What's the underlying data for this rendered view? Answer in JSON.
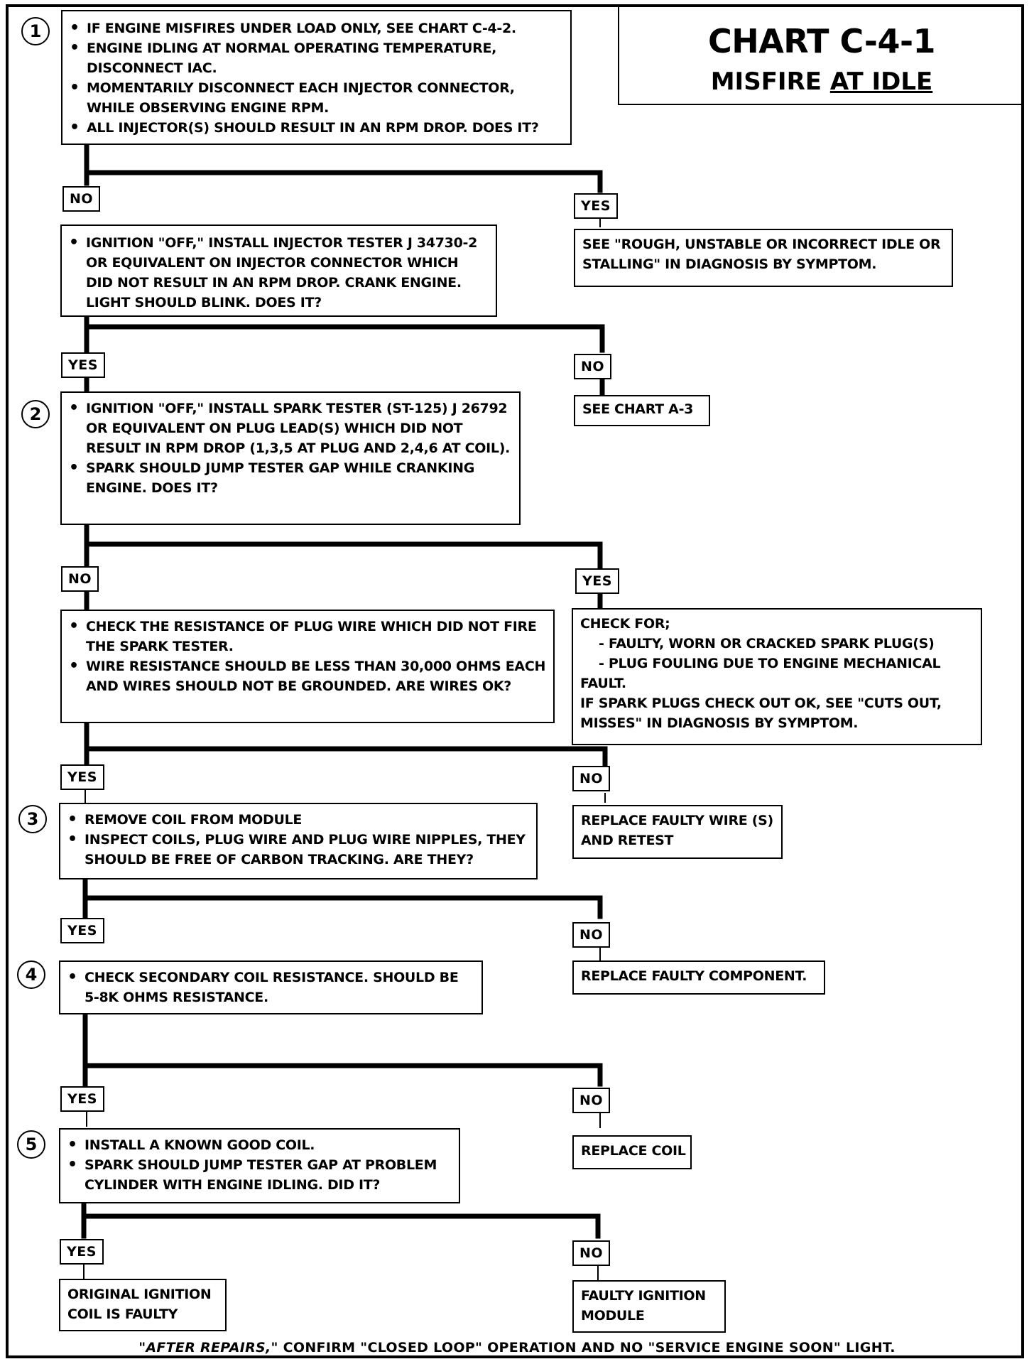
{
  "chart": {
    "title": "CHART C-4-1",
    "subtitle_plain": "MISFIRE ",
    "subtitle_underlined": "AT IDLE"
  },
  "steps": [
    "1",
    "2",
    "3",
    "4",
    "5"
  ],
  "boxes": {
    "step1": [
      "IF ENGINE MISFIRES UNDER LOAD ONLY, SEE CHART C-4-2.",
      "ENGINE IDLING AT NORMAL OPERATING TEMPERATURE, DISCONNECT IAC.",
      "MOMENTARILY DISCONNECT EACH INJECTOR CONNECTOR, WHILE OBSERVING ENGINE RPM.",
      "ALL INJECTOR(S) SHOULD RESULT IN AN RPM DROP.  DOES IT?"
    ],
    "injector_tester": [
      "IGNITION \"OFF,\" INSTALL INJECTOR TESTER J 34730-2 OR EQUIVALENT ON INJECTOR CONNECTOR WHICH DID NOT RESULT IN AN  RPM DROP.  CRANK ENGINE.  LIGHT SHOULD BLINK.  DOES IT?"
    ],
    "rough_idle": [
      "SEE  \"ROUGH, UNSTABLE OR INCORRECT IDLE OR",
      "STALLING\" IN  DIAGNOSIS BY SYMPTOM."
    ],
    "chart_a3": [
      "SEE CHART A-3"
    ],
    "step2": [
      "IGNITION \"OFF,\" INSTALL SPARK TESTER  (ST-125) J 26792 OR EQUIVALENT ON PLUG LEAD(S) WHICH DID NOT RESULT IN RPM DROP (1,3,5 AT PLUG AND 2,4,6 AT COIL).",
      "SPARK SHOULD JUMP TESTER GAP WHILE CRANKING ENGINE.  DOES IT?"
    ],
    "plug_wire": [
      "CHECK THE RESISTANCE OF  PLUG WIRE  WHICH DID NOT FIRE THE SPARK TESTER.",
      "WIRE RESISTANCE SHOULD BE LESS THAN 30,000 OHMS EACH  AND WIRES  SHOULD NOT BE GROUNDED.  ARE WIRES OK?"
    ],
    "check_for": {
      "heading": "CHECK FOR;",
      "items": [
        "- FAULTY, WORN OR CRACKED SPARK PLUG(S)",
        "- PLUG FOULING DUE TO ENGINE MECHANICAL"
      ],
      "cont": "FAULT.",
      "tail": [
        "IF SPARK PLUGS CHECK OUT OK, SEE \"CUTS OUT,",
        "MISSES\" IN DIAGNOSIS BY SYMPTOM."
      ]
    },
    "replace_wire": [
      "REPLACE FAULTY WIRE (S)",
      "AND RETEST"
    ],
    "step3": [
      "REMOVE COIL FROM MODULE",
      "INSPECT COILS, PLUG WIRE AND PLUG WIRE NIPPLES, THEY SHOULD BE  FREE OF CARBON TRACKING.  ARE THEY?"
    ],
    "replace_component": [
      "REPLACE FAULTY COMPONENT."
    ],
    "step4": [
      "CHECK SECONDARY COIL RESISTANCE.  SHOULD BE 5-8K OHMS RESISTANCE."
    ],
    "replace_coil": [
      "REPLACE COIL"
    ],
    "step5": [
      "INSTALL A KNOWN GOOD COIL.",
      "SPARK SHOULD JUMP TESTER GAP AT PROBLEM CYLINDER  WITH ENGINE IDLING.  DID IT?"
    ],
    "coil_faulty": [
      "ORIGINAL IGNITION",
      "COIL IS FAULTY"
    ],
    "module_faulty": [
      "FAULTY IGNITION",
      "MODULE"
    ]
  },
  "labels": {
    "yes": "YES",
    "no": "NO"
  },
  "footer": {
    "italic": "\"AFTER REPAIRS,\"",
    "rest": " CONFIRM \"CLOSED LOOP\" OPERATION AND NO \"SERVICE ENGINE SOON\" LIGHT."
  }
}
